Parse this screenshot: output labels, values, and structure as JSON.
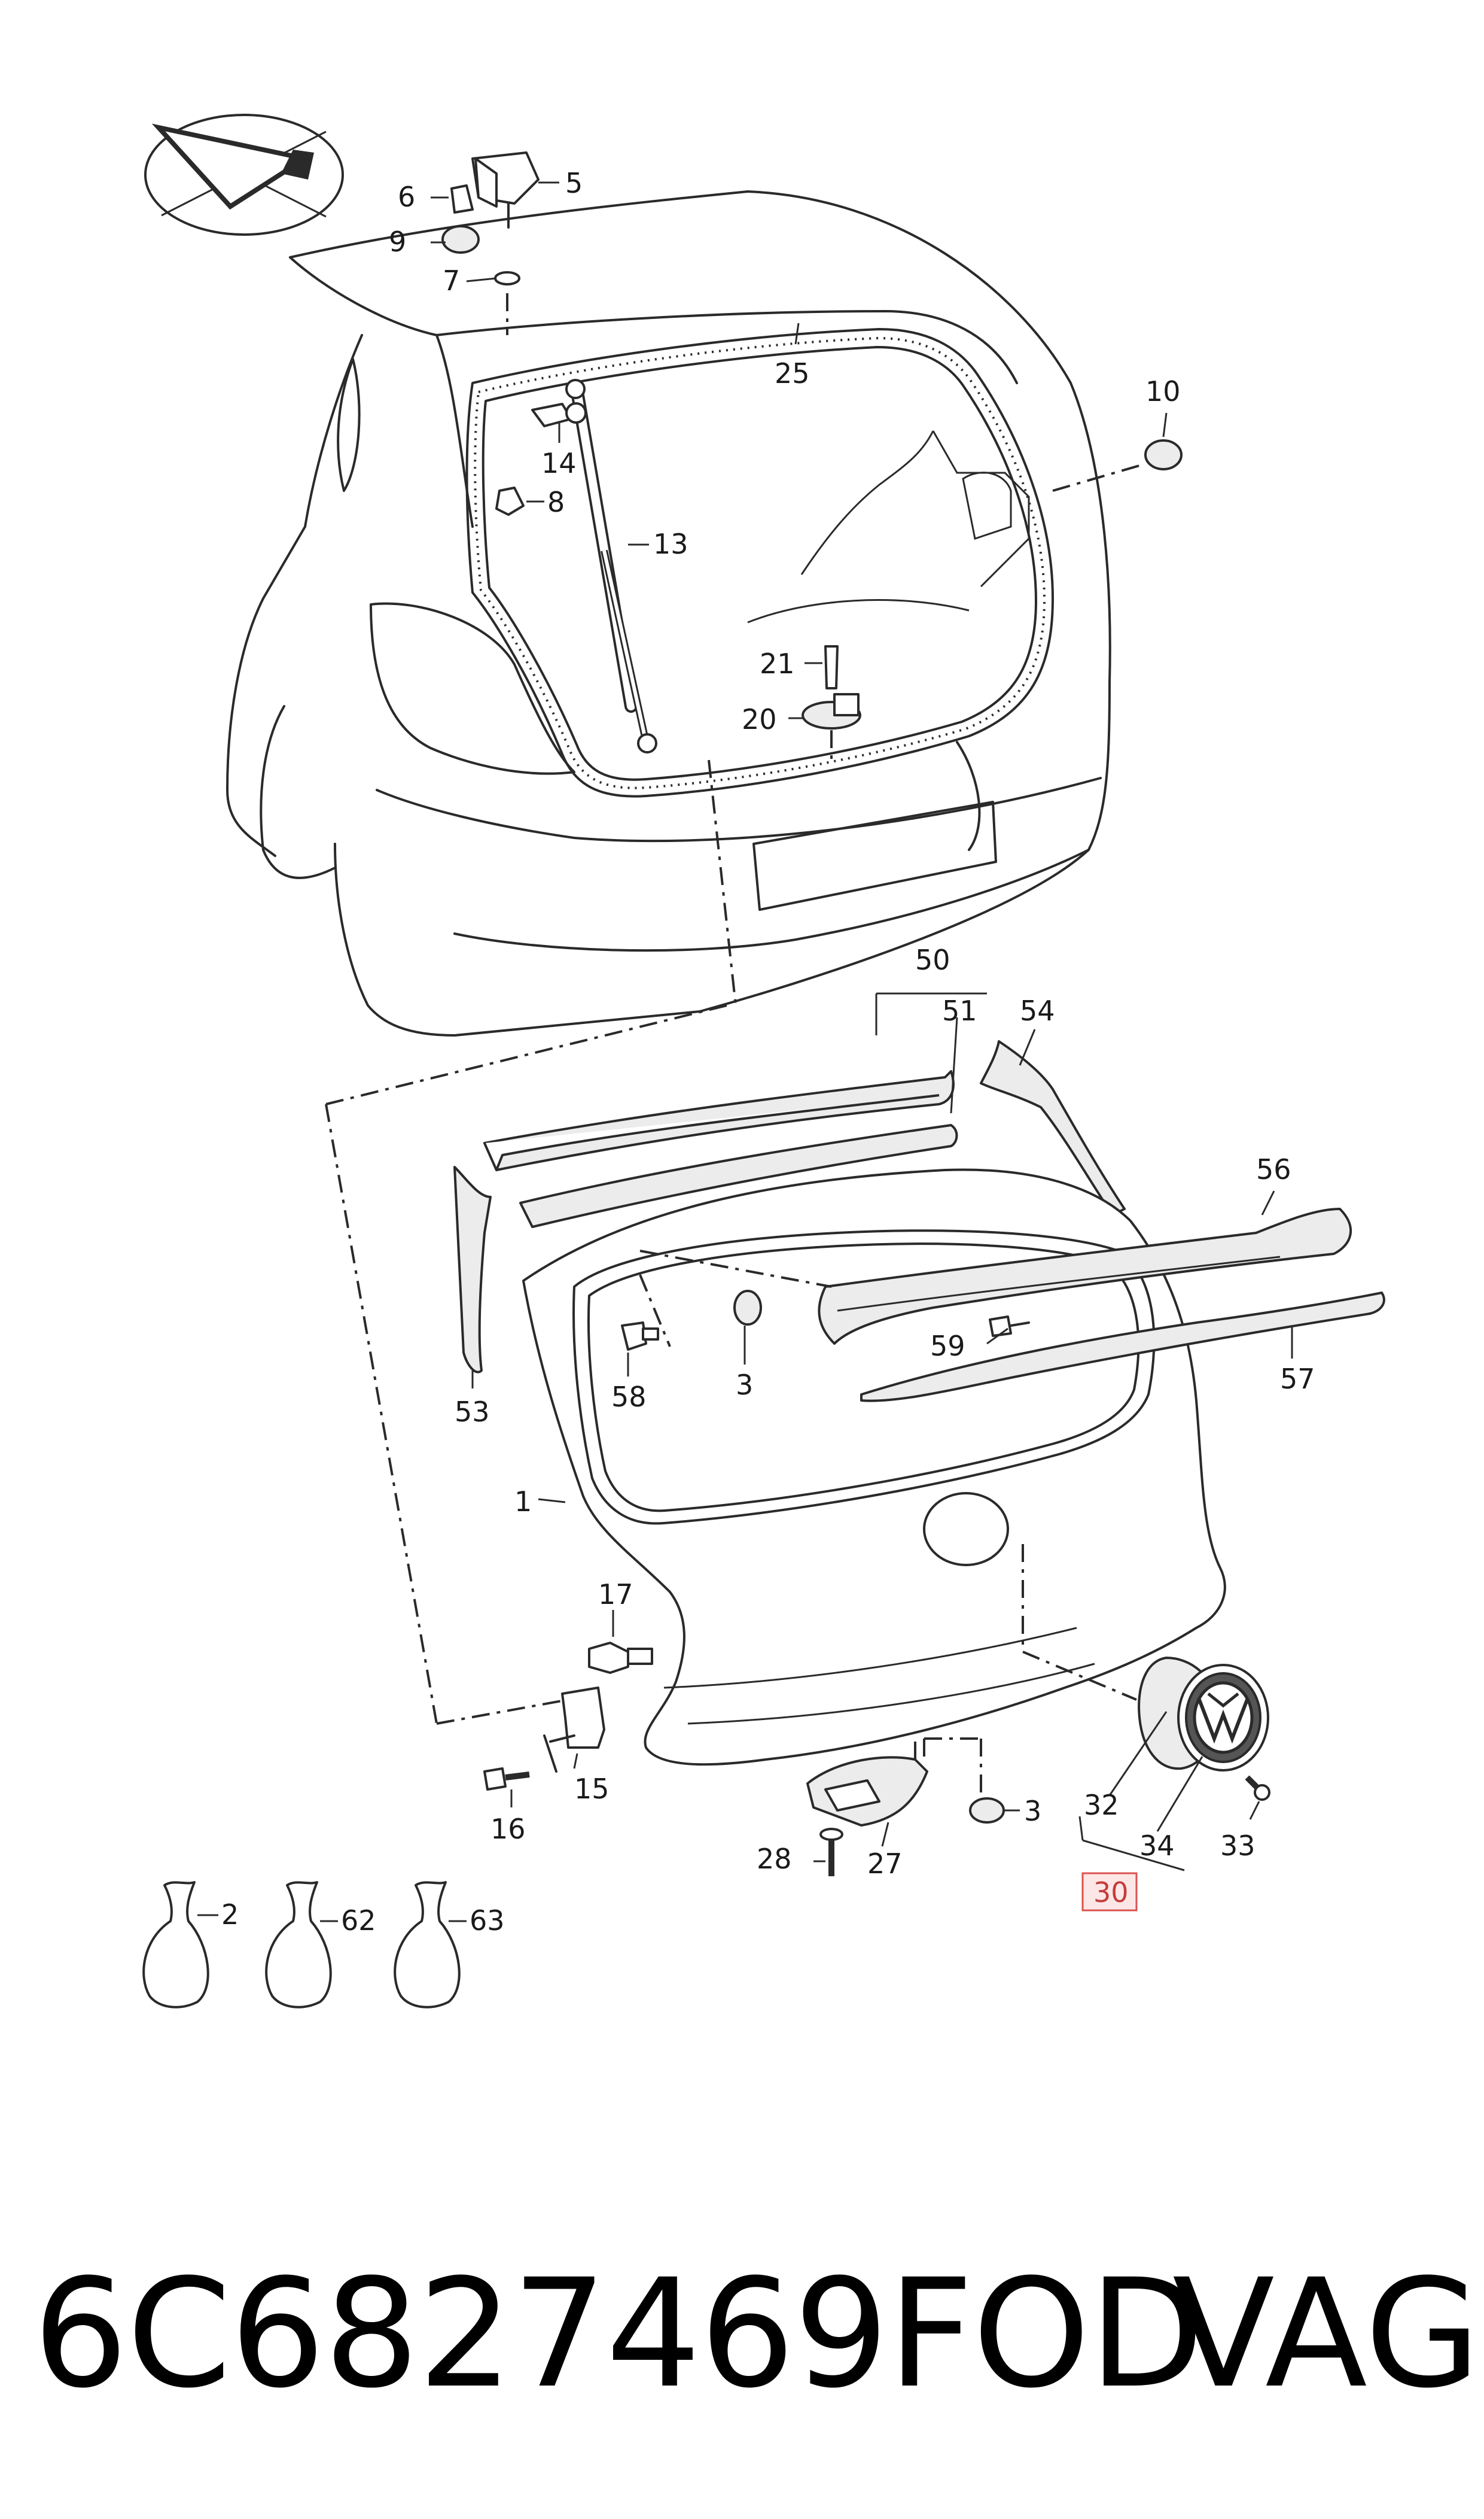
{
  "diagram": {
    "callouts": {
      "c1": "1",
      "c2": "2",
      "c3a": "3",
      "c3b": "3",
      "c5": "5",
      "c6": "6",
      "c7": "7",
      "c8": "8",
      "c9": "9",
      "c10": "10",
      "c13": "13",
      "c14": "14",
      "c15": "15",
      "c16": "16",
      "c17": "17",
      "c20": "20",
      "c21": "21",
      "c25": "25",
      "c27": "27",
      "c28": "28",
      "c30": "30",
      "c32": "32",
      "c33": "33",
      "c34": "34",
      "c50": "50",
      "c51": "51",
      "c53": "53",
      "c54": "54",
      "c56": "56",
      "c57": "57",
      "c58": "58",
      "c59": "59",
      "c62": "62",
      "c63": "63"
    },
    "highlighted_callout": "30",
    "highlight_color": "#d9534f"
  },
  "footer": {
    "part_number": "6C6827469FOD",
    "brand": "VAG"
  }
}
